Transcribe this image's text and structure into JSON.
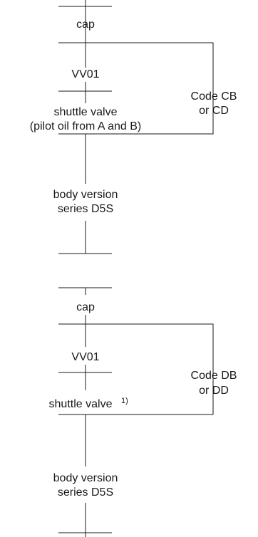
{
  "stacks": [
    {
      "cap": "cap",
      "valve": "VV01",
      "code": [
        "Code CB",
        "or CD"
      ],
      "shuttle": [
        "shuttle valve",
        "(pilot oil from A and B)"
      ],
      "shuttle_note": "",
      "body": [
        "body version",
        "series D5S"
      ]
    },
    {
      "cap": "cap",
      "valve": "VV01",
      "code": [
        "Code DB",
        "or DD"
      ],
      "shuttle": [
        "shuttle valve"
      ],
      "shuttle_note": "1)",
      "body": [
        "body version",
        "series D5S"
      ]
    }
  ]
}
